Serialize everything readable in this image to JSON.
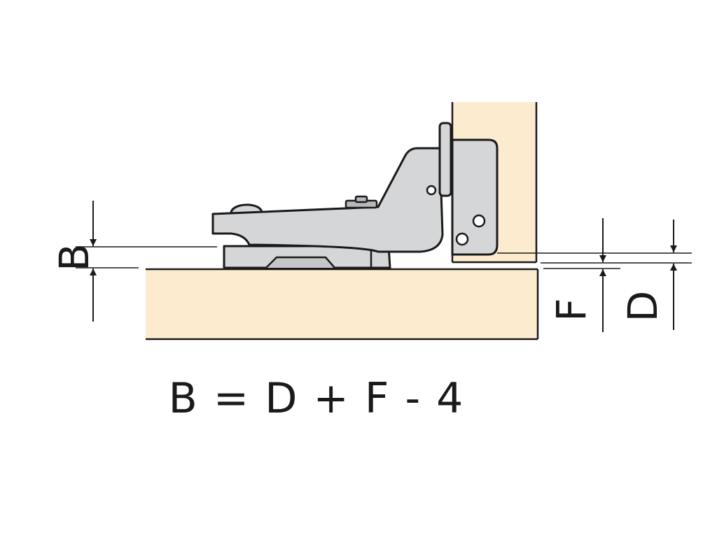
{
  "colors": {
    "wood": "#fcebcf",
    "hinge_metal": "#d5d6d8",
    "hinge_dark": "#b6b8bb",
    "stroke": "#1a1a1a"
  },
  "labels": {
    "b": "B",
    "f": "F",
    "d": "D"
  },
  "formula": "B = D + F - 4"
}
